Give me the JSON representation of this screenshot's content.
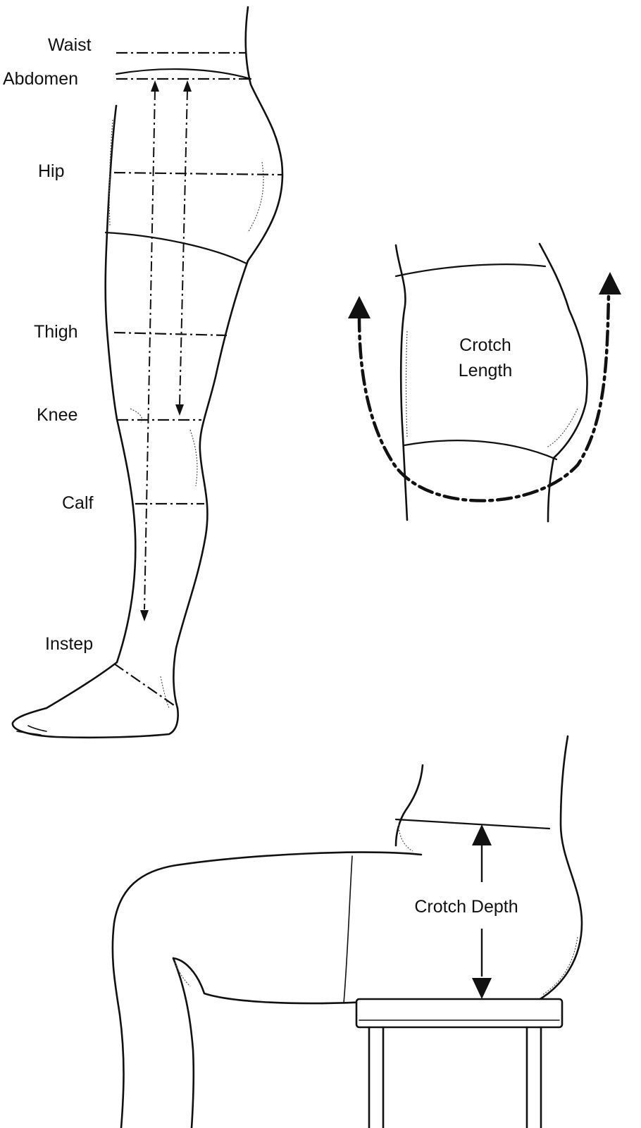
{
  "leg_labels": {
    "waist": "Waist",
    "abdomen": "Abdomen",
    "hip": "Hip",
    "thigh": "Thigh",
    "knee": "Knee",
    "calf": "Calf",
    "instep": "Instep"
  },
  "crotch_length": {
    "line1": "Crotch",
    "line2": "Length"
  },
  "crotch_depth": {
    "label": "Crotch Depth"
  }
}
